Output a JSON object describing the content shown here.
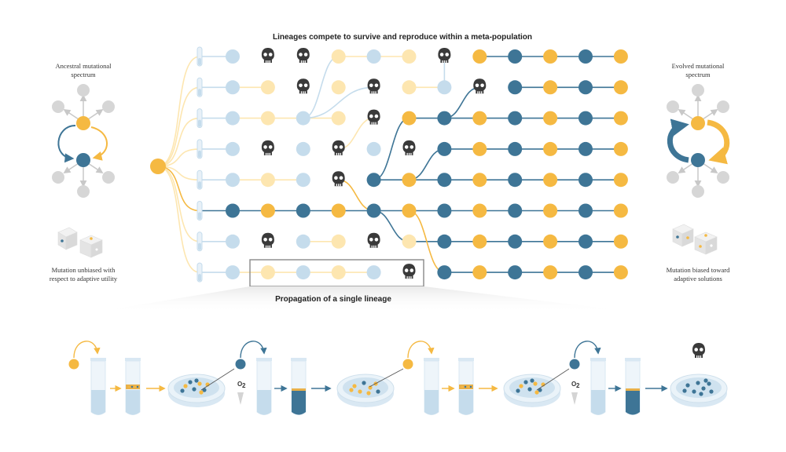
{
  "title": "Lineages compete to survive and reproduce within a meta-population",
  "subtitle": "Propagation of a single lineage",
  "left_panel": {
    "top_label_line1": "Ancestral mutational",
    "top_label_line2": "spectrum",
    "bottom_label_line1": "Mutation unbiased with",
    "bottom_label_line2": "respect to adaptive utility"
  },
  "right_panel": {
    "top_label_line1": "Evolved mutational",
    "top_label_line2": "spectrum",
    "bottom_label_line1": "Mutation biased toward",
    "bottom_label_line2": "adaptive solutions"
  },
  "oxygen_label": "O",
  "oxygen_subscript": "2",
  "colors": {
    "yellow": "#f5b942",
    "pale_yellow": "#fde6b0",
    "blue": "#3e7596",
    "pale_blue": "#c5dcec",
    "grey": "#d6d6d6",
    "skull": "#3a3a3a"
  },
  "lineage_grid": {
    "columns": 12,
    "legend": "Y = adaptive yellow, y = pale yellow, B = evolved blue, b = pale blue, S = extinct (skull)",
    "rows": [
      [
        "b",
        "S",
        "S",
        "y",
        "b",
        "y",
        "S",
        "Y",
        "B",
        "Y",
        "B",
        "Y"
      ],
      [
        "b",
        "y",
        "S",
        "y",
        "S",
        "y",
        "b",
        "S",
        "B",
        "Y",
        "B",
        "Y"
      ],
      [
        "b",
        "y",
        "b",
        "y",
        "S",
        "Y",
        "B",
        "Y",
        "B",
        "Y",
        "B",
        "Y"
      ],
      [
        "b",
        "S",
        "b",
        "S",
        "b",
        "S",
        "B",
        "Y",
        "B",
        "Y",
        "B",
        "Y"
      ],
      [
        "b",
        "y",
        "b",
        "S",
        "B",
        "Y",
        "B",
        "Y",
        "B",
        "Y",
        "B",
        "Y"
      ],
      [
        "B",
        "Y",
        "B",
        "Y",
        "B",
        "Y",
        "B",
        "Y",
        "B",
        "Y",
        "B",
        "Y"
      ],
      [
        "b",
        "S",
        "b",
        "y",
        "S",
        "y",
        "B",
        "Y",
        "B",
        "Y",
        "B",
        "Y"
      ],
      [
        "b",
        "y",
        "b",
        "y",
        "b",
        "S",
        "B",
        "Y",
        "B",
        "Y",
        "B",
        "Y"
      ]
    ]
  },
  "propagation_steps": [
    "seed-yellow",
    "tube-clear",
    "tube-banded",
    "dish-mixed",
    "seed-blue",
    "tube-o2",
    "tube-dark",
    "dish-yellow",
    "seed-yellow",
    "tube-clear",
    "tube-banded",
    "dish-mixed",
    "seed-blue",
    "tube-o2",
    "tube-dark",
    "dish-blue-skull"
  ]
}
